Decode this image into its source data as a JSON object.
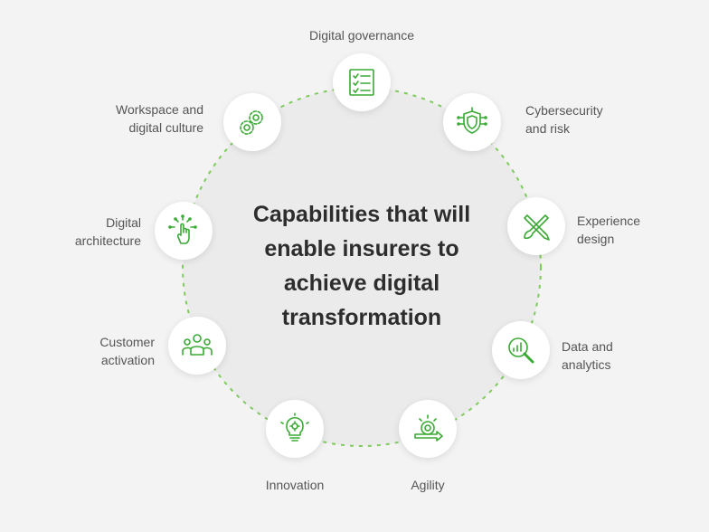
{
  "title_lines": [
    "Capabilities that will",
    "enable insurers to",
    "achieve digital",
    "transformation"
  ],
  "accent_color": "#3aaa35",
  "capabilities": [
    {
      "lines": [
        "Digital governance"
      ],
      "icon": "checklist-icon"
    },
    {
      "lines": [
        "Cybersecurity",
        "and risk"
      ],
      "icon": "shield-circuit-icon"
    },
    {
      "lines": [
        "Experience",
        "design"
      ],
      "icon": "pencil-brush-icon"
    },
    {
      "lines": [
        "Data and",
        "analytics"
      ],
      "icon": "magnifier-chart-icon"
    },
    {
      "lines": [
        "Agility"
      ],
      "icon": "spiral-arrow-icon"
    },
    {
      "lines": [
        "Innovation"
      ],
      "icon": "lightbulb-gear-icon"
    },
    {
      "lines": [
        "Customer",
        "activation"
      ],
      "icon": "group-people-icon"
    },
    {
      "lines": [
        "Digital",
        "architecture"
      ],
      "icon": "hand-tap-icon"
    },
    {
      "lines": [
        "Workspace and",
        "digital culture"
      ],
      "icon": "gears-icon"
    }
  ]
}
